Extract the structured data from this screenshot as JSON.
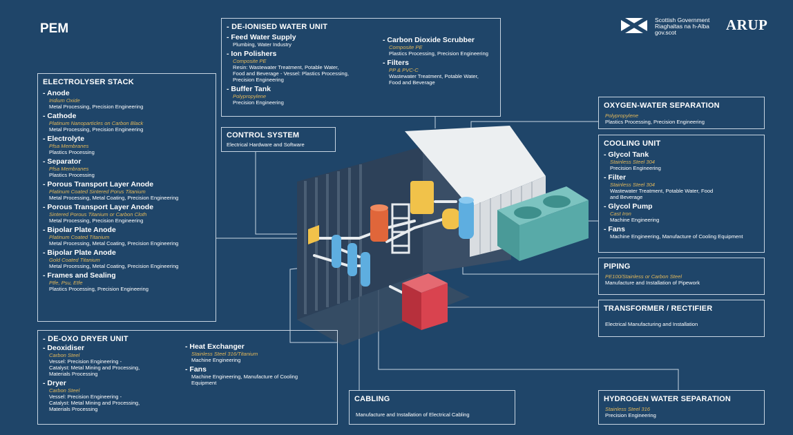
{
  "header": {
    "title": "PEM"
  },
  "logos": {
    "scottish_government": "Scottish Government\nRiaghaltas na h-Alba\ngov.scot",
    "arup": "ARUP"
  },
  "boxes": {
    "deionised": {
      "title": "- DE-IONISED WATER UNIT",
      "items": [
        {
          "name": "- Feed Water Supply",
          "material": "",
          "uses": "Plumbing, Water Industry"
        },
        {
          "name": "- Ion Polishers",
          "material": "Composite PE",
          "uses": "Resin: Wastewater Treatment, Potable Water,\nFood and Beverage - Vessel: Plastics Processing,\nPrecision Engineering"
        },
        {
          "name": "- Buffer Tank",
          "material": "Polypropylene",
          "uses": "Precision Engineering"
        },
        {
          "name": "- Carbon Dioxide Scrubber",
          "material": "Composite PE",
          "uses": "Plastics Processing, Precision Engineering"
        },
        {
          "name": "- Filters",
          "material": "PP & PVC-C",
          "uses": "Wastewater Treatment, Potable Water,\nFood and Beverage"
        }
      ]
    },
    "electrolyser": {
      "title": "ELECTROLYSER STACK",
      "items": [
        {
          "name": "- Anode",
          "material": "Iridium Oxide",
          "uses": "Metal Processing, Precision Engineering"
        },
        {
          "name": "- Cathode",
          "material": "Platinum Nanoparticles on Carbon Black",
          "uses": "Metal Processing, Precision Engineering"
        },
        {
          "name": "- Electrolyte",
          "material": "Pfsa Membranes",
          "uses": "Plastics Processing"
        },
        {
          "name": "- Separator",
          "material": "Pfsa Membranes",
          "uses": "Plastics Processing"
        },
        {
          "name": "- Porous Transport Layer Anode",
          "material": "Platinum Coated Sintered Porus Titanium",
          "uses": "Metal Processing, Metal Coating, Precision Engineering"
        },
        {
          "name": "- Porous Transport Layer Anode",
          "material": "Sintered Porous Titanium or Carbon Cloth",
          "uses": "Metal Processing, Precision Engineering"
        },
        {
          "name": "- Bipolar Plate Anode",
          "material": "Platinum Coated Titanium",
          "uses": "Metal Processing, Metal Coating, Precision Engineering"
        },
        {
          "name": "- Bipolar Plate Anode",
          "material": "Gold Coated Titanium",
          "uses": "Metal Processing, Metal Coating, Precision Engineering"
        },
        {
          "name": "- Frames and Sealing",
          "material": "Ptfe, Psu, Etfe",
          "uses": "Plastics Processing, Precision Engineering"
        }
      ]
    },
    "control": {
      "title": "CONTROL SYSTEM",
      "text": "Electrical Hardware and Software"
    },
    "oxygen": {
      "title": "OXYGEN-WATER SEPARATION",
      "material": "Polypropylene",
      "uses": "Plastics Processing, Precision Engineering"
    },
    "cooling": {
      "title": "COOLING UNIT",
      "items": [
        {
          "name": "- Glycol Tank",
          "material": "Stainless Steel 304",
          "uses": "Precision Engineering"
        },
        {
          "name": "- Filter",
          "material": "Stainless Steel 304",
          "uses": "Wastewater Treatment, Potable Water, Food\nand Beverage"
        },
        {
          "name": "- Glycol Pump",
          "material": "Cast Iron",
          "uses": "Machine Engineering"
        },
        {
          "name": "- Fans",
          "material": "",
          "uses": "Machine Engineering, Manufacture of Cooling Equipment"
        }
      ]
    },
    "piping": {
      "title": "PIPING",
      "material": "PE100/Stainless or Carbon Steel",
      "uses": "Manufacture and Installation of Pipework"
    },
    "transformer": {
      "title": "TRANSFORMER / RECTIFIER",
      "text": "Electrical Manufacturing and Installation"
    },
    "deoxo": {
      "title": "- DE-OXO DRYER UNIT",
      "items": [
        {
          "name": "- Deoxidiser",
          "material": "Carbon Steel",
          "uses": "Vessel: Precision Engineering -\nCatalyst: Metal Mining and Processing,\nMaterials Processing"
        },
        {
          "name": "- Dryer",
          "material": "Carbon Steel",
          "uses": "Vessel: Precision Engineering -\nCatalyst: Metal Mining and Processing,\nMaterials Processing"
        },
        {
          "name": "- Heat Exchanger",
          "material": "Stainless Steel 316/Titanium",
          "uses": "Machine Engineering"
        },
        {
          "name": "- Fans",
          "material": "",
          "uses": "Machine Engineering, Manufacture of Cooling\nEquipment"
        }
      ]
    },
    "cabling": {
      "title": "CABLING",
      "text": "Manufacture and Installation of Electrical Cabling"
    },
    "hydrogen": {
      "title": "HYDROGEN WATER SEPARATION",
      "material": "Stainless Steel 316",
      "uses": "Precision Engineering"
    }
  },
  "colors": {
    "background": "#1f4569",
    "border": "#c9d6e3",
    "material_text": "#e3b85a",
    "cooling_unit": "#58aaa8",
    "transformer": "#d9434f",
    "tank_orange": "#e0663a",
    "tank_yellow": "#f1c24a",
    "tank_blue": "#5eaee0"
  }
}
